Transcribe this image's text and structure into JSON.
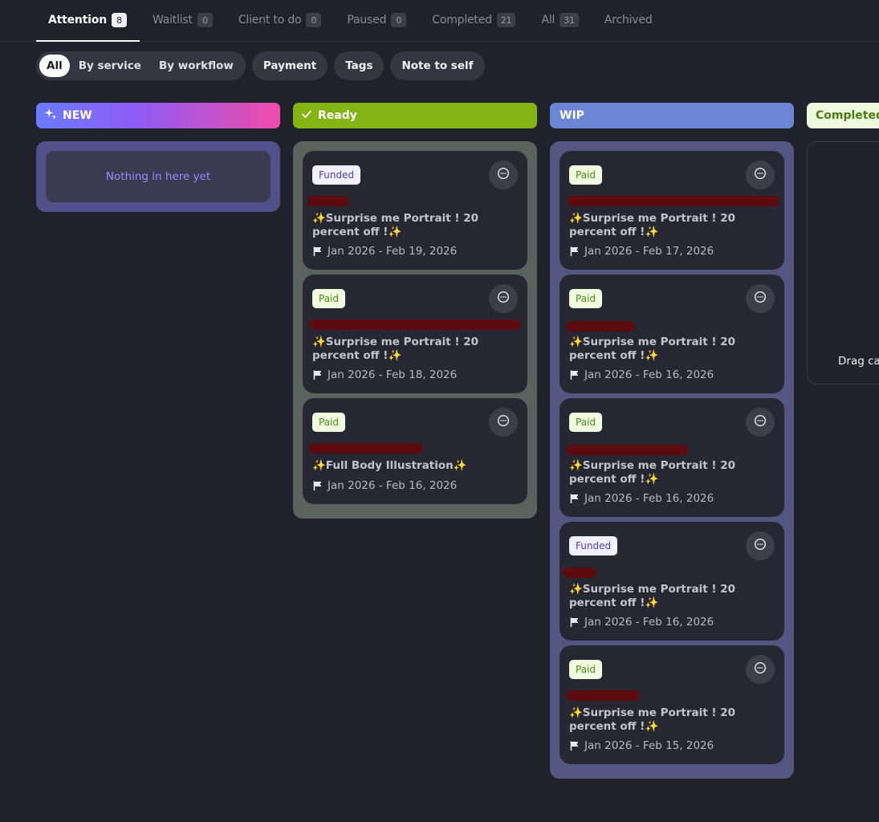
{
  "tabs": [
    {
      "label": "Attention",
      "count": "8"
    },
    {
      "label": "Waitlist",
      "count": "0"
    },
    {
      "label": "Client to do",
      "count": "0"
    },
    {
      "label": "Paused",
      "count": "0"
    },
    {
      "label": "Completed",
      "count": "21"
    },
    {
      "label": "All",
      "count": "31"
    },
    {
      "label": "Archived"
    }
  ],
  "filters": {
    "segment": [
      "All",
      "By service",
      "By workflow"
    ],
    "pills": [
      "Payment",
      "Tags",
      "Note to self"
    ]
  },
  "columns": {
    "new": {
      "label": "NEW",
      "empty_text": "Nothing in here yet"
    },
    "ready": {
      "label": "Ready"
    },
    "wip": {
      "label": "WIP"
    },
    "completed": {
      "label": "Completed",
      "hint": "Drag ca"
    }
  },
  "cards": {
    "ready": [
      {
        "badge": "Funded",
        "title": "✨Surprise me Portrait ! 20 percent off !✨",
        "dates": "Jan 2026 - Feb 19, 2026"
      },
      {
        "badge": "Paid",
        "title": "✨Surprise me Portrait ! 20 percent off !✨",
        "dates": "Jan 2026 - Feb 18, 2026"
      },
      {
        "badge": "Paid",
        "title": "✨Full Body Illustration✨",
        "dates": "Jan 2026 - Feb 16, 2026"
      }
    ],
    "wip": [
      {
        "badge": "Paid",
        "title": "✨Surprise me Portrait ! 20 percent off !✨",
        "dates": "Jan 2026 - Feb 17, 2026"
      },
      {
        "badge": "Paid",
        "title": "✨Surprise me Portrait ! 20 percent off !✨",
        "dates": "Jan 2026 - Feb 16, 2026"
      },
      {
        "badge": "Paid",
        "title": "✨Surprise me Portrait ! 20 percent off !✨",
        "dates": "Jan 2026 - Feb 16, 2026"
      },
      {
        "badge": "Funded",
        "title": "✨Surprise me Portrait ! 20 percent off !✨",
        "dates": "Jan 2026 - Feb 16, 2026"
      },
      {
        "badge": "Paid",
        "title": "✨Surprise me Portrait ! 20 percent off !✨",
        "dates": "Jan 2026 - Feb 15, 2026"
      }
    ]
  },
  "icons": {
    "new_header": "sparkle-icon",
    "ready_header": "check-icon",
    "card_action": "chat-bubble-icon",
    "card_date": "flag-icon"
  },
  "colors": {
    "background": "#21212c",
    "ready": "#82b414",
    "wip": "#6a85d3",
    "new_gradient_start": "#6b7bff",
    "new_gradient_end": "#ef4bab",
    "completed_bg": "#eefbdc",
    "redaction": "#5c0c0f"
  }
}
